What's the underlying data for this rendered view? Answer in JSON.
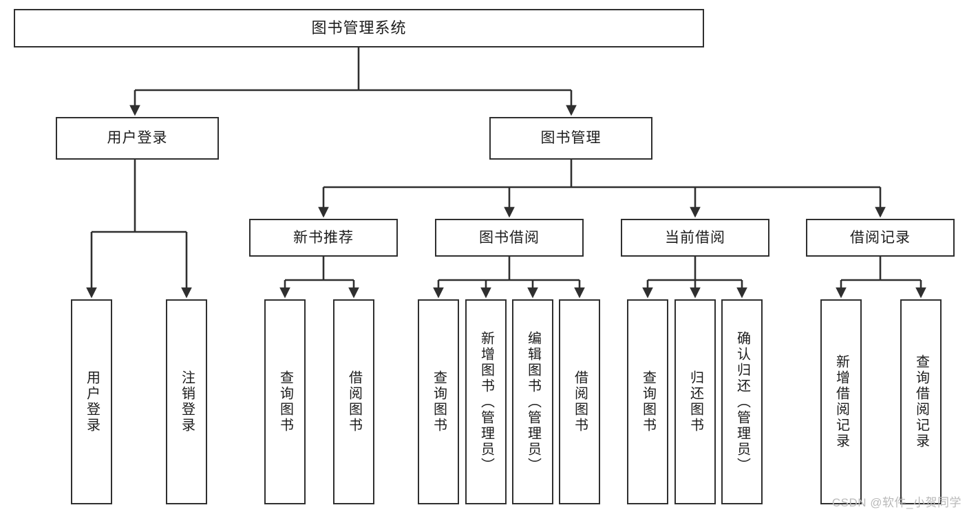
{
  "diagram": {
    "title": "图书管理系统",
    "type": "tree-hierarchy-chart",
    "colors": {
      "box_border": "#2f2f2f",
      "box_fill": "#ffffff",
      "text": "#1c1c1c",
      "connector": "#2f2f2f",
      "watermark": "#b9b9b9",
      "background": "#ffffff"
    },
    "root": {
      "label": "图书管理系统"
    },
    "level2": [
      {
        "id": "user-login",
        "label": "用户登录"
      },
      {
        "id": "book-manage",
        "label": "图书管理"
      }
    ],
    "level3": [
      {
        "id": "new-book-recommend",
        "label": "新书推荐"
      },
      {
        "id": "book-borrow",
        "label": "图书借阅"
      },
      {
        "id": "current-borrow",
        "label": "当前借阅"
      },
      {
        "id": "borrow-record",
        "label": "借阅记录"
      }
    ],
    "leaves": {
      "user_login": [
        {
          "id": "leaf-user-login",
          "label": "用户登录"
        },
        {
          "id": "leaf-logout-login",
          "label": "注销登录"
        }
      ],
      "new_book_recommend": [
        {
          "id": "leaf-query-book-1",
          "label": "查询图书"
        },
        {
          "id": "leaf-borrow-book-1",
          "label": "借阅图书"
        }
      ],
      "book_borrow": [
        {
          "id": "leaf-query-book-2",
          "label": "查询图书"
        },
        {
          "id": "leaf-add-book",
          "label": "新增图书（管理员）"
        },
        {
          "id": "leaf-edit-book",
          "label": "编辑图书（管理员）"
        },
        {
          "id": "leaf-borrow-book-2",
          "label": "借阅图书"
        }
      ],
      "current_borrow": [
        {
          "id": "leaf-query-book-3",
          "label": "查询图书"
        },
        {
          "id": "leaf-return-book",
          "label": "归还图书"
        },
        {
          "id": "leaf-confirm-return",
          "label": "确认归还（管理员）"
        }
      ],
      "borrow_record": [
        {
          "id": "leaf-add-record",
          "label": "新增借阅记录"
        },
        {
          "id": "leaf-query-record",
          "label": "查询借阅记录"
        }
      ]
    },
    "watermark": "CSDN @软件_小贺同学"
  }
}
